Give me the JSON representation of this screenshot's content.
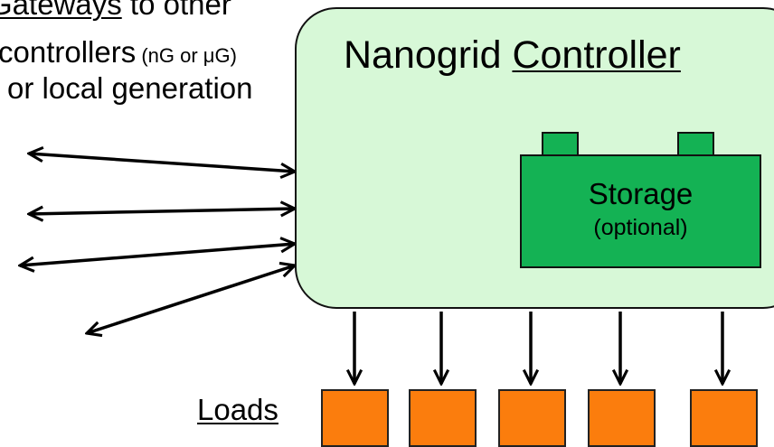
{
  "gateways": {
    "word": "Gateways",
    "line1_rest": " to other",
    "line2_main": "controllers",
    "line2_small": " (nG or μG)",
    "line3": "or local generation"
  },
  "controller": {
    "title_word": "Nanogrid",
    "title_underlined": "Controller",
    "fill_color": "#d7f8d7"
  },
  "storage": {
    "label": "Storage",
    "note": "(optional)",
    "fill_color": "#14b254"
  },
  "loads": {
    "label": "Loads",
    "count": 5,
    "fill_color": "#fb7d0d"
  }
}
